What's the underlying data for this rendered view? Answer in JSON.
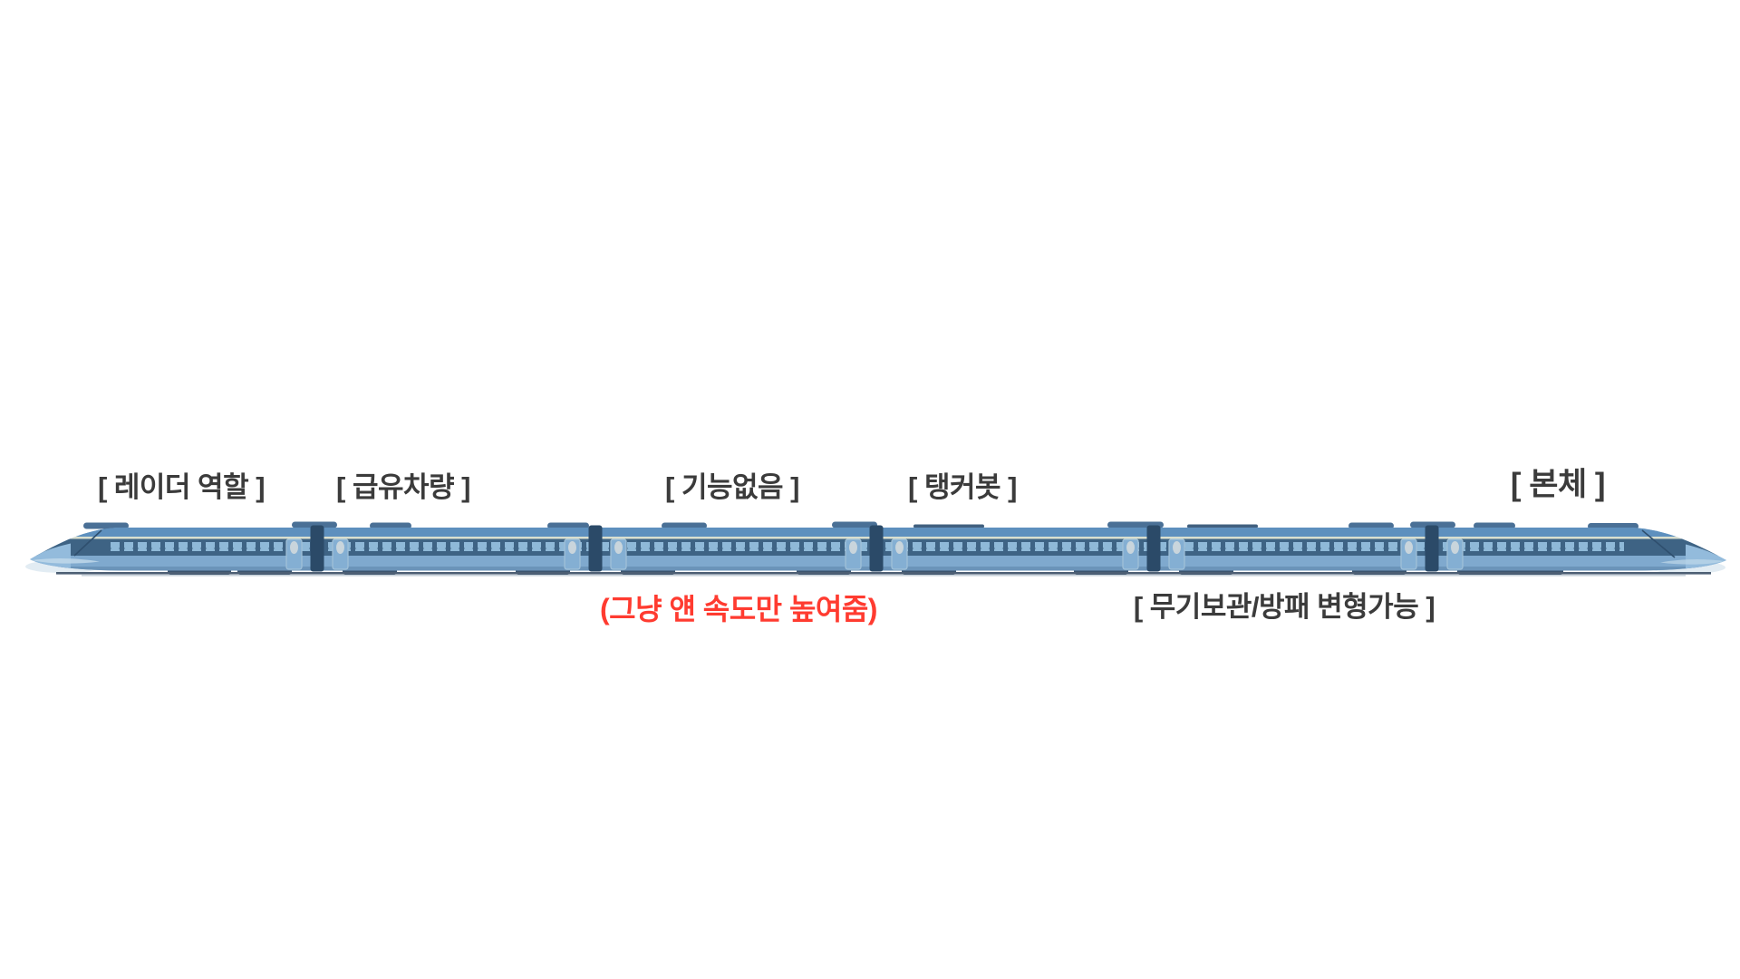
{
  "figure": {
    "description": "Side view of a six-car light-blue KTX-style high-speed train with Korean annotation labels above and below the cars",
    "colors": {
      "background": "#ffffff",
      "label_text": "#3b3b3b",
      "note_red": "#ff3b30",
      "train_body": "#7fa9ce",
      "train_roof": "#5e90be",
      "train_window_band": "#3e6384",
      "train_windows": "#8fb9d8",
      "train_coupler": "#2b4a68",
      "train_cream_line": "#d9dfcf"
    }
  },
  "labels": {
    "car1_top": "[ 레이더 역할 ]",
    "car2_top": "[ 급유차량 ]",
    "car3_top": "[ 기능없음 ]",
    "car4_top": "[ 탱커봇 ]",
    "car6_top": "[ 본체 ]",
    "car3_note_bottom": "(그냥 얜 속도만 높여줌)",
    "car5_bottom": "[ 무기보관/방패 변형가능 ]"
  }
}
